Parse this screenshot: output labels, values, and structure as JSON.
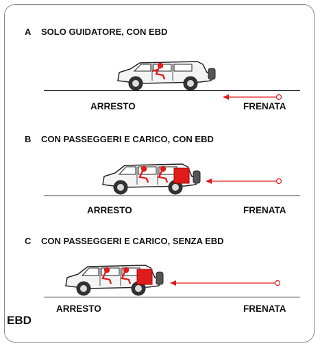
{
  "sections": [
    {
      "letter": "A",
      "title": "SOLO GUIDATORE, CON EBD",
      "left_label": "ARRESTO",
      "right_label": "FRENATA",
      "occupants": "driver"
    },
    {
      "letter": "B",
      "title": "CON PASSEGGERI E CARICO, CON EBD",
      "left_label": "ARRESTO",
      "right_label": "FRENATA",
      "occupants": "full"
    },
    {
      "letter": "C",
      "title": "CON PASSEGGERI E CARICO, SENZA EBD",
      "left_label": "ARRESTO",
      "right_label": "FRENATA",
      "occupants": "full"
    }
  ],
  "footer": {
    "label": "EBD"
  },
  "colors": {
    "accent": "#e01b1b",
    "line": "#222222"
  }
}
